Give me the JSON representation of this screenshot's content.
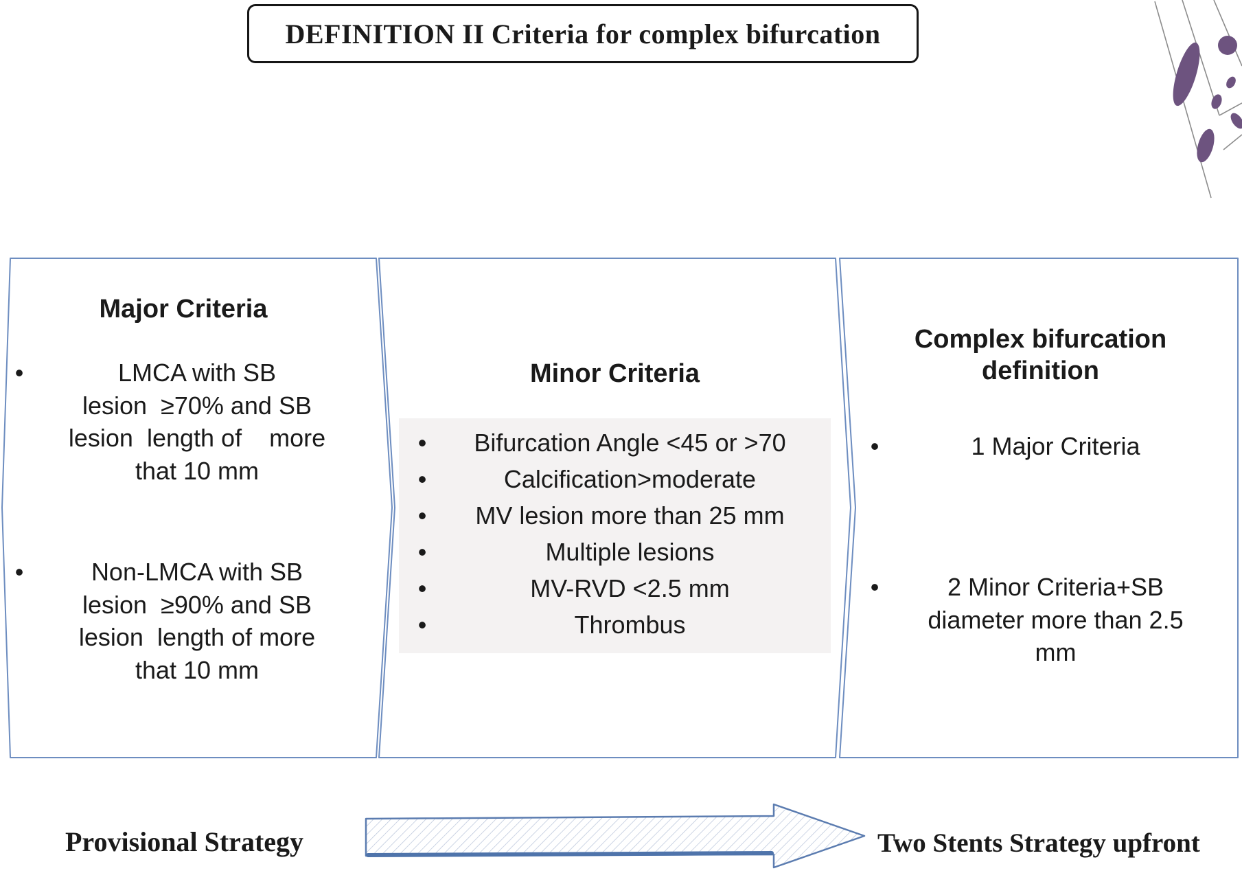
{
  "title": {
    "text": "DEFINITION II Criteria for complex bifurcation"
  },
  "panels": {
    "major": {
      "heading": "Major Criteria",
      "items": [
        "LMCA with SB\nlesion  ≥70% and SB\nlesion  length of    more\nthat 10 mm",
        "Non-LMCA with SB\nlesion  ≥90% and SB\nlesion  length of more\nthat 10 mm"
      ]
    },
    "minor": {
      "heading": "Minor Criteria",
      "items": [
        "Bifurcation Angle <45 or >70",
        "Calcification>moderate",
        "MV lesion more than 25 mm",
        "Multiple lesions",
        "MV-RVD <2.5 mm",
        "Thrombus"
      ]
    },
    "definition": {
      "heading": "Complex bifurcation\ndefinition",
      "items": [
        "1 Major Criteria",
        "2 Minor Criteria+SB\ndiameter more than 2.5\nmm"
      ]
    }
  },
  "footer": {
    "left_label": "Provisional Strategy",
    "right_label": "Two Stents Strategy upfront"
  },
  "bullet_glyph": "•",
  "icons": {
    "illustration": "bifurcation-vessel-with-plaques-icon",
    "arrow": "hatched-right-arrow-icon"
  },
  "colors": {
    "panel_border": "#6d8dc0",
    "panel_fill": "#ffffff",
    "minor_list_bg": "#f4f2f2",
    "arrow_stroke": "#5b7cb0",
    "arrow_hatch": "#b7c3d9",
    "arrow_base": "#4f74ab",
    "plaque": "#6d537f",
    "vessel_line": "#8c8c8c",
    "title_border": "#161616",
    "text": "#1a1a1a"
  }
}
